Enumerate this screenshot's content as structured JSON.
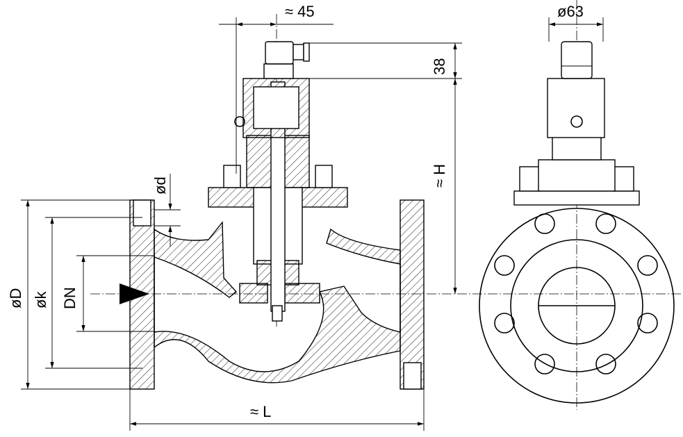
{
  "drawing": {
    "title": "Globe control valve with actuator – dimension drawing",
    "dimensions": {
      "stem_offset": "≈ 45",
      "actuator_diameter": "ø63",
      "connector_height": "38",
      "height": "≈ H",
      "small_bore": "ød",
      "flange_diameter": "øD",
      "bolt_circle": "øk",
      "nominal_size": "DN",
      "length": "≈ L"
    },
    "flow_direction_icon": "flow-arrow-icon"
  }
}
